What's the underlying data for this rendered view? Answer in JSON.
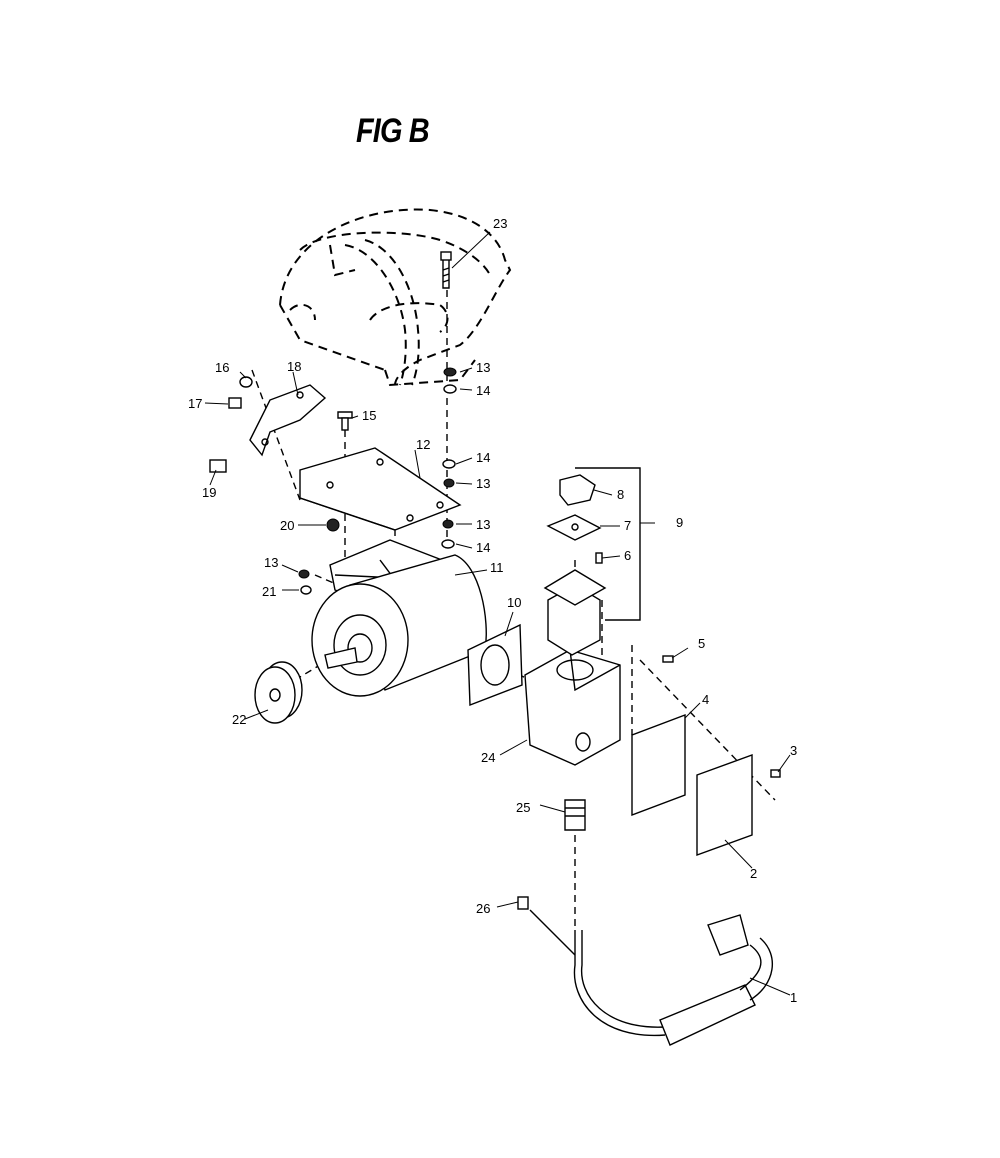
{
  "figure": {
    "title": "FIG B"
  },
  "callouts": [
    "1",
    "2",
    "3",
    "4",
    "5",
    "6",
    "7",
    "8",
    "9",
    "10",
    "11",
    "12",
    "13",
    "14",
    "15",
    "16",
    "17",
    "18",
    "19",
    "20",
    "21",
    "22",
    "23",
    "24",
    "25",
    "26"
  ],
  "repeat_labels": {
    "r13": "13",
    "r14": "14"
  }
}
